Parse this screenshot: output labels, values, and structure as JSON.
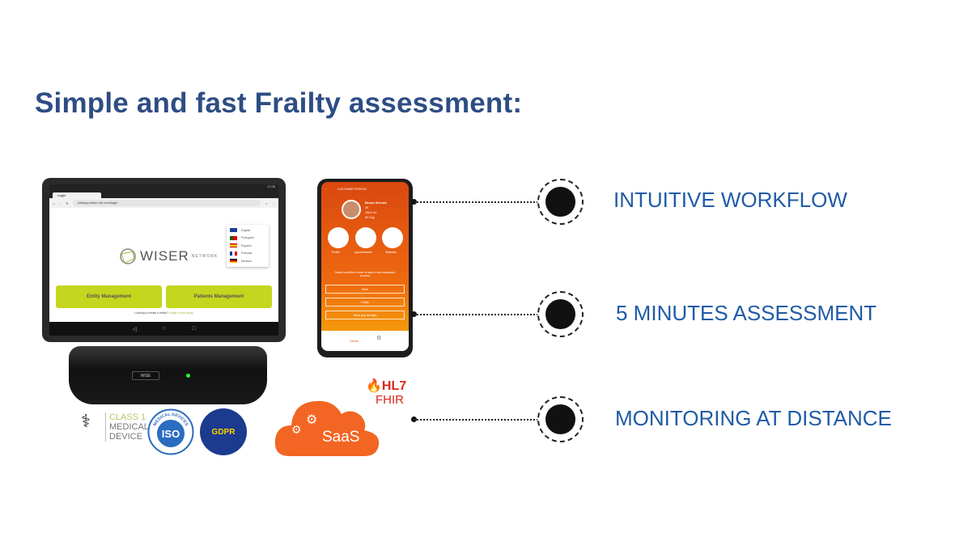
{
  "title": "Simple and fast Frailty assessment:",
  "tablet": {
    "tab": "Login",
    "url": "webapp.wiser-net.com/login",
    "time": "17:06",
    "languages": [
      "English",
      "Português",
      "Español",
      "Français",
      "Deutsch"
    ],
    "logo_main": "WISER",
    "logo_sub": "NETWORK",
    "buttons": [
      "Entity Management",
      "Patients Management"
    ],
    "footer_text": "Looking to create a entity?",
    "footer_link": "Create a new entity"
  },
  "phone": {
    "header": "CUSTOMER PROFILE",
    "name": "Bruno Serrote",
    "age": "36",
    "height": "156.0 cm",
    "weight": "60.0 kg",
    "actions": [
      "Profile",
      "Appointments",
      "Statistics"
    ],
    "prompt": "Select a profile in order to start a new evaluation process",
    "tests": [
      "ISAK",
      "Frailty",
      "Hand grip strength"
    ],
    "nav": "Clients"
  },
  "device_label": "WISE",
  "badges": {
    "class1": [
      "CLASS 1",
      "MEDICAL",
      "DEVICE"
    ],
    "iso": "ISO",
    "iso_ring": "MEDICAL DEVICES",
    "gdpr": "GDPR",
    "saas": "SaaS",
    "hl7": "HL7",
    "fhir": "FHIR"
  },
  "features": [
    "INTUITIVE WORKFLOW",
    "5 MINUTES ASSESSMENT",
    "MONITORING AT DISTANCE"
  ],
  "colors": {
    "title": "#2e4d84",
    "feature": "#1f5ba6",
    "orange": "#f26522",
    "lime": "#c5d61e"
  }
}
